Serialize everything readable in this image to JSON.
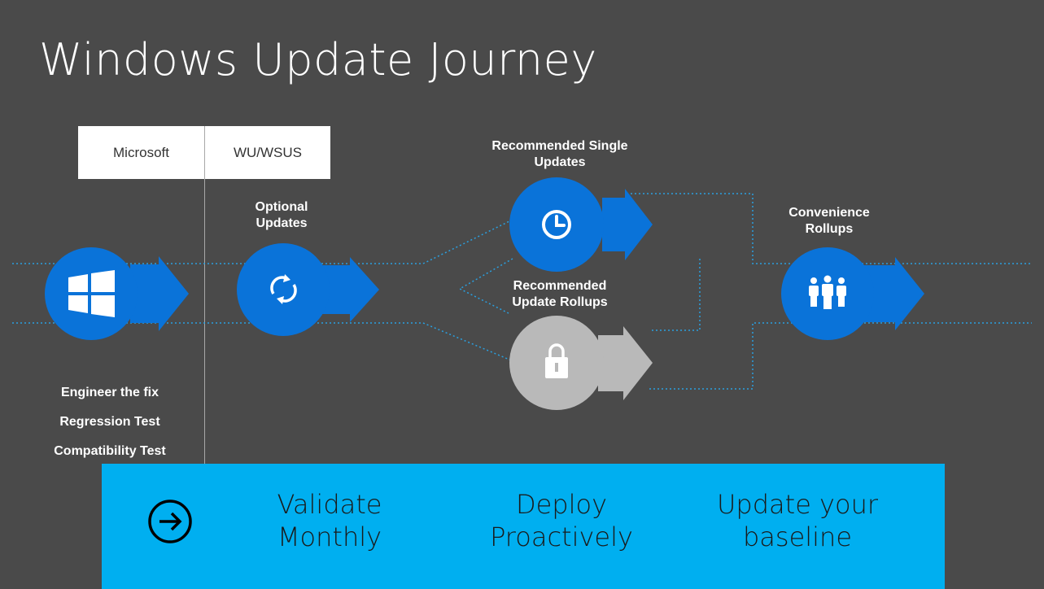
{
  "title": "Windows Update Journey",
  "header_boxes": {
    "left": "Microsoft",
    "right": "WU/WSUS"
  },
  "labels": {
    "optional": [
      "Optional",
      "Updates"
    ],
    "single": [
      "Recommended Single",
      "Updates"
    ],
    "rollups": [
      "Recommended",
      "Update Rollups"
    ],
    "convenience": [
      "Convenience",
      "Rollups"
    ]
  },
  "steps": [
    "Engineer the fix",
    "Regression Test",
    "Compatibility Test"
  ],
  "banner": {
    "items": [
      [
        "Validate",
        "Monthly"
      ],
      [
        "Deploy",
        "Proactively"
      ],
      [
        "Update your",
        "baseline"
      ]
    ]
  },
  "icons": {
    "windows": "windows-logo-icon",
    "optional": "refresh-icon",
    "single": "clock-icon",
    "rollups": "lock-icon",
    "convenience": "people-icon",
    "banner": "arrow-right-circle-icon"
  },
  "colors": {
    "background": "#4a4a4a",
    "blue": "#0a73d9",
    "gray": "#b9b9b9",
    "banner": "#00aff0",
    "dotted": "#2aa0e0"
  }
}
